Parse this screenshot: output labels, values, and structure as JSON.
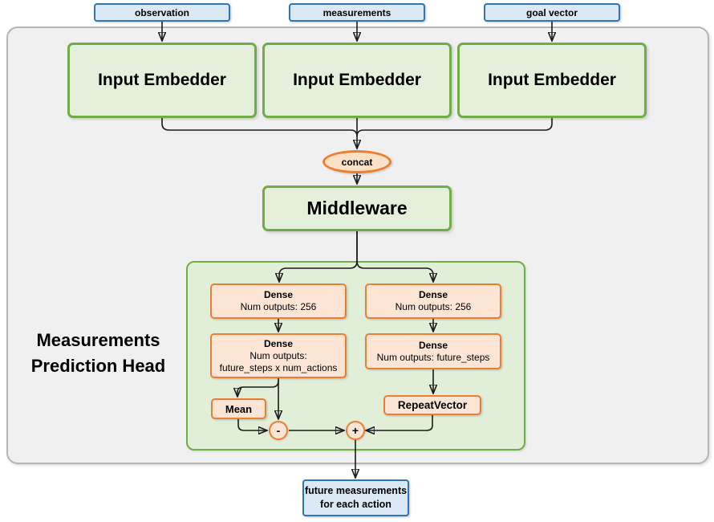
{
  "diagram": {
    "inputs": [
      {
        "label": "observation"
      },
      {
        "label": "measurements"
      },
      {
        "label": "goal vector"
      }
    ],
    "embedders": [
      {
        "label": "Input Embedder"
      },
      {
        "label": "Input Embedder"
      },
      {
        "label": "Input Embedder"
      }
    ],
    "concat_label": "concat",
    "middleware_label": "Middleware",
    "head": {
      "title_line1": "Measurements",
      "title_line2": "Prediction Head",
      "left": {
        "dense1_title": "Dense",
        "dense1_sub": "Num outputs: 256",
        "dense2_title": "Dense",
        "dense2_sub1": "Num outputs:",
        "dense2_sub2": "future_steps x num_actions",
        "mean_label": "Mean",
        "minus_label": "-"
      },
      "right": {
        "dense1_title": "Dense",
        "dense1_sub": "Num outputs: 256",
        "dense2_title": "Dense",
        "dense2_sub": "Num outputs: future_steps",
        "repeat_label": "RepeatVector",
        "plus_label": "+"
      }
    },
    "output": {
      "line1": "future measurements",
      "line2": "for each action"
    },
    "colors": {
      "green_border": "#70ad47",
      "green_fill": "#e4f0dc",
      "head_fill": "#e1eed8",
      "orange_border": "#ed7d31",
      "orange_fill": "#fce5d5",
      "blue_border": "#2e75b6",
      "blue_fill": "#dbe9f7",
      "container_fill": "#f0f0f0",
      "container_border": "#b5b5b5",
      "wire": "#1a1a1a"
    }
  }
}
